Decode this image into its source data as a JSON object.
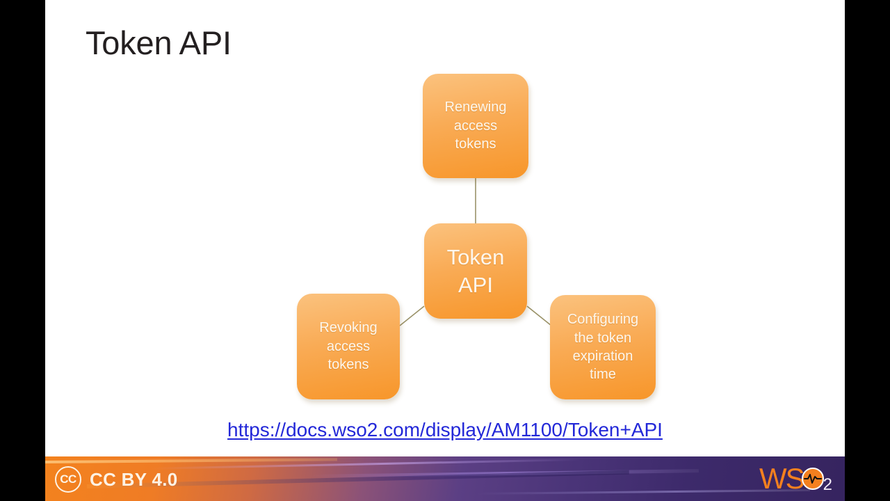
{
  "slide": {
    "title": "Token API",
    "link": {
      "text": "https://docs.wso2.com/display/AM1100/Token+API",
      "color": "#2328d8"
    },
    "diagram": {
      "center_node": {
        "label": "Token\nAPI"
      },
      "nodes": [
        {
          "id": "renewing",
          "label": "Renewing\naccess\ntokens"
        },
        {
          "id": "revoking",
          "label": "Revoking\naccess\ntokens"
        },
        {
          "id": "configuring",
          "label": "Configuring\nthe token\nexpiration\ntime"
        }
      ],
      "node_color_top": "#fbc27e",
      "node_color_bottom": "#f7962a",
      "connector_color": "#9a9268"
    }
  },
  "footer": {
    "license_badge": "CC",
    "license_text": "CC BY 4.0",
    "brand": {
      "prefix": "WS",
      "subscript": "2",
      "orange": "#f4801f"
    }
  }
}
